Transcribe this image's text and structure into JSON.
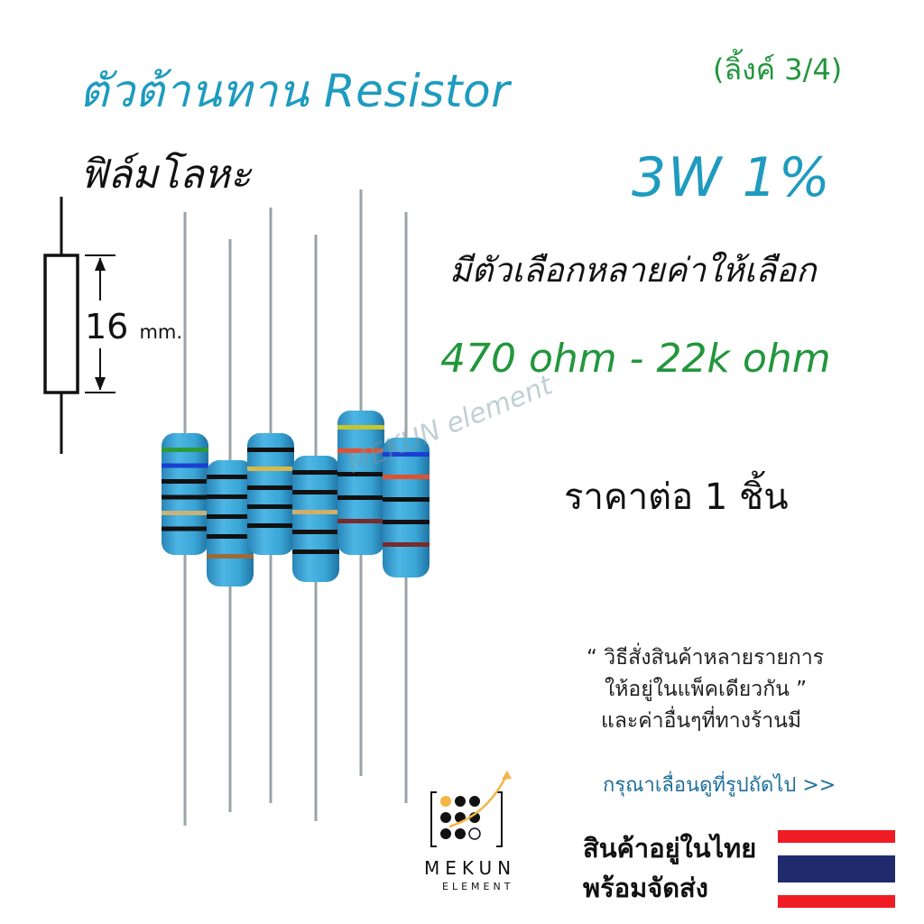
{
  "header": {
    "title": "ตัวต้านทาน Resistor",
    "link": "(ลิ้งค์ 3/4)",
    "subtitle": "ฟิล์มโลหะ",
    "spec": "3W 1%"
  },
  "details": {
    "choice": "มีตัวเลือกหลายค่าให้เลือก",
    "range": "470 ohm - 22k ohm",
    "price": "ราคาต่อ 1 ชิ้น"
  },
  "dimension": {
    "value": "16",
    "unit": "mm."
  },
  "order_note": {
    "line1": "“ วิธีสั่งสินค้าหลายรายการ",
    "line2": "ให้อยู่ในแพ็คเดียวกัน ”",
    "line3": "และค่าอื่นๆที่ทางร้านมี",
    "scroll": "กรุณาเลื่อนดูที่รูปถัดไป >>"
  },
  "shipping": {
    "line1": "สินค้าอยู่ในไทย",
    "line2": "พร้อมจัดส่ง"
  },
  "brand": {
    "name": "MEKUN",
    "sub": "ELEMENT",
    "watermark": "MEKUN element"
  },
  "colors": {
    "title_blue": "#1e9bbf",
    "accent_green": "#22963c",
    "resistor_body": "#3aa6d6",
    "flag_red": "#ef1c24",
    "flag_blue": "#1f2b6c"
  }
}
